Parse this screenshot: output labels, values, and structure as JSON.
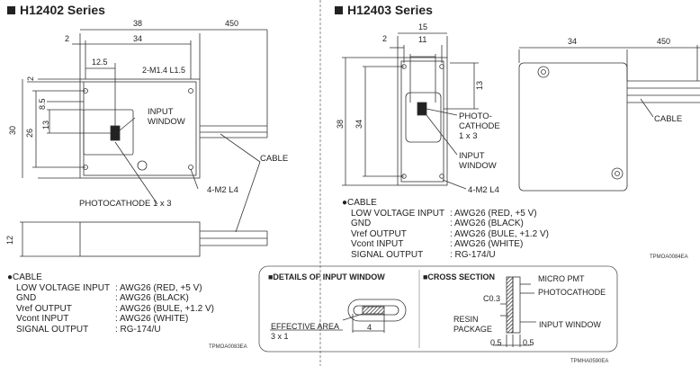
{
  "left": {
    "title": "H12402 Series",
    "dims": {
      "d38": "38",
      "d450": "450",
      "d2": "2",
      "d34": "34",
      "d12_5": "12.5",
      "m14": "2-M1.4 L1.5",
      "d2b": "2",
      "d8_5": "8.5",
      "d26": "26",
      "d13": "13",
      "d30": "30",
      "d12": "12"
    },
    "labels": {
      "input_window": "INPUT\nWINDOW",
      "cable": "CABLE",
      "m2": "4-M2 L4",
      "photocathode": "PHOTOCATHODE 1 x 3"
    },
    "cable_title": "●CABLE",
    "cable_rows": [
      [
        "LOW VOLTAGE INPUT",
        ": AWG26 (RED, +5 V)"
      ],
      [
        "GND",
        ": AWG26 (BLACK)"
      ],
      [
        "Vref OUTPUT",
        ": AWG26 (BULE, +1.2 V)"
      ],
      [
        "Vcont INPUT",
        ": AWG26 (WHITE)"
      ],
      [
        "SIGNAL OUTPUT",
        ": RG-174/U"
      ]
    ],
    "code": "TPMOA0083EA"
  },
  "right": {
    "title": "H12403 Series",
    "dims": {
      "d15": "15",
      "d2": "2",
      "d11": "11",
      "d13": "13",
      "d38": "38",
      "d34": "34",
      "d34b": "34",
      "d450": "450"
    },
    "labels": {
      "photo": "PHOTO-\nCATHODE\n1 x 3",
      "input_window": "INPUT\nWINDOW",
      "m2": "4-M2 L4",
      "cable": "CABLE"
    },
    "cable_title": "●CABLE",
    "cable_rows": [
      [
        "LOW VOLTAGE INPUT",
        ": AWG26 (RED, +5 V)"
      ],
      [
        "GND",
        ": AWG26 (BLACK)"
      ],
      [
        "Vref OUTPUT",
        ": AWG26 (BULE, +1.2 V)"
      ],
      [
        "Vcont INPUT",
        ": AWG26 (WHITE)"
      ],
      [
        "SIGNAL OUTPUT",
        ": RG-174/U"
      ]
    ],
    "code": "TPMOA0084EA"
  },
  "details": {
    "title": "■DETAILS OF INPUT WINDOW",
    "effective": "EFFECTIVE AREA\n3 x 1",
    "d4": "4",
    "cross_title": "■CROSS SECTION",
    "micro": "MICRO PMT",
    "photocathode": "PHOTOCATHODE",
    "c03": "C0.3",
    "resin": "RESIN\nPACKAGE",
    "input_window": "INPUT WINDOW",
    "d05a": "0.5",
    "d05b": "0.5",
    "code": "TPMHA0590EA"
  }
}
